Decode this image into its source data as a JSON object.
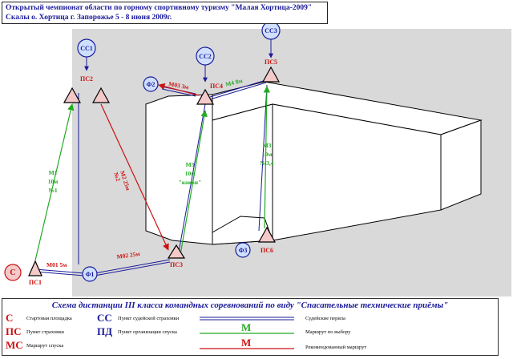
{
  "header": {
    "line1": "Открытый чемпионат области по горному спортивному туризму \"Малая Хортица-2009\"",
    "line2": "Скалы о. Хортица г. Запорожье 5 - 8 июня 2009г."
  },
  "nodes": {
    "ss1": "СС1",
    "ss2": "СС2",
    "ss3": "СС3",
    "ps1": "ПС1",
    "ps2": "ПС2",
    "ps3": "ПС3",
    "ps4": "ПС4",
    "ps5": "ПС5",
    "ps6": "ПС6",
    "f1": "Ф1",
    "f2": "Ф2",
    "f3": "Ф3",
    "start": "С"
  },
  "routes": {
    "m01": "М01 5м",
    "m02": "М02 25м",
    "m03": "М03 3м",
    "m4": "М4 8м",
    "m1": [
      "М1",
      "10м",
      "№1"
    ],
    "m2": [
      "М2 25м",
      "№2"
    ],
    "m3a": [
      "М3",
      "10м",
      "\"кокон\""
    ],
    "m3b": [
      "М3",
      "10м",
      "№3,4"
    ]
  },
  "legend": {
    "title": "Схема дистанции III класса командных соревнований по виду \"Спасательные технические приёмы\"",
    "items": [
      {
        "symbol": "С",
        "text": "Стартовая площадка"
      },
      {
        "symbol": "ПС",
        "text": "Пункт страховки"
      },
      {
        "symbol": "МС",
        "text": "Маршрут спуска"
      },
      {
        "symbol": "СС",
        "text": "Пункт судейской страховки"
      },
      {
        "symbol": "ПД",
        "text": "Пункт организации спуска"
      }
    ],
    "judge_rope_label": "Судейские перила",
    "choice_route_symbol": "М",
    "choice_route_label": "Маршрут по выбору",
    "recommended_symbol": "М",
    "recommended_label": "Рекомендованный маршрут"
  }
}
